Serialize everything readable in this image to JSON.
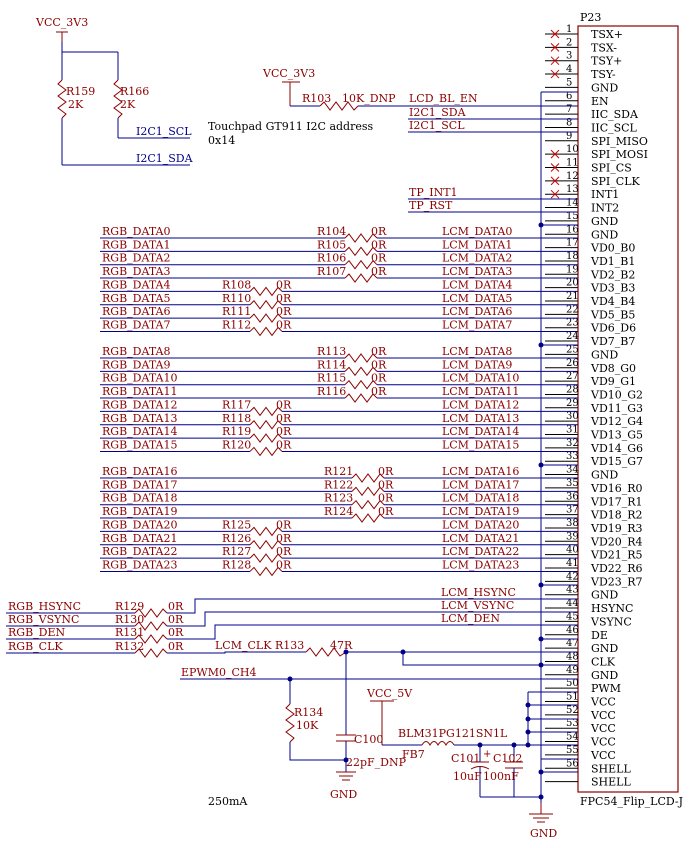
{
  "connector": {
    "refdes": "P23",
    "part": "FPC54_Flip_LCD-J",
    "pins": [
      {
        "n": "1",
        "name": "TSX+"
      },
      {
        "n": "2",
        "name": "TSX-"
      },
      {
        "n": "3",
        "name": "TSY+"
      },
      {
        "n": "4",
        "name": "TSY-"
      },
      {
        "n": "5",
        "name": "GND"
      },
      {
        "n": "6",
        "name": "EN"
      },
      {
        "n": "7",
        "name": "IIC_SDA"
      },
      {
        "n": "8",
        "name": "IIC_SCL"
      },
      {
        "n": "9",
        "name": "SPI_MISO"
      },
      {
        "n": "10",
        "name": "SPI_MOSI"
      },
      {
        "n": "11",
        "name": "SPI_CS"
      },
      {
        "n": "12",
        "name": "SPI_CLK"
      },
      {
        "n": "13",
        "name": "INT1"
      },
      {
        "n": "14",
        "name": "INT2"
      },
      {
        "n": "15",
        "name": "GND"
      },
      {
        "n": "16",
        "name": "GND"
      },
      {
        "n": "17",
        "name": "VD0_B0"
      },
      {
        "n": "18",
        "name": "VD1_B1"
      },
      {
        "n": "19",
        "name": "VD2_B2"
      },
      {
        "n": "20",
        "name": "VD3_B3"
      },
      {
        "n": "21",
        "name": "VD4_B4"
      },
      {
        "n": "22",
        "name": "VD5_B5"
      },
      {
        "n": "23",
        "name": "VD6_D6"
      },
      {
        "n": "24",
        "name": "VD7_B7"
      },
      {
        "n": "25",
        "name": "GND"
      },
      {
        "n": "26",
        "name": "VD8_G0"
      },
      {
        "n": "27",
        "name": "VD9_G1"
      },
      {
        "n": "28",
        "name": "VD10_G2"
      },
      {
        "n": "29",
        "name": "VD11_G3"
      },
      {
        "n": "30",
        "name": "VD12_G4"
      },
      {
        "n": "31",
        "name": "VD13_G5"
      },
      {
        "n": "32",
        "name": "VD14_G6"
      },
      {
        "n": "33",
        "name": "VD15_G7"
      },
      {
        "n": "34",
        "name": "GND"
      },
      {
        "n": "35",
        "name": "VD16_R0"
      },
      {
        "n": "36",
        "name": "VD17_R1"
      },
      {
        "n": "37",
        "name": "VD18_R2"
      },
      {
        "n": "38",
        "name": "VD19_R3"
      },
      {
        "n": "39",
        "name": "VD20_R4"
      },
      {
        "n": "40",
        "name": "VD21_R5"
      },
      {
        "n": "41",
        "name": "VD22_R6"
      },
      {
        "n": "42",
        "name": "VD23_R7"
      },
      {
        "n": "43",
        "name": "GND"
      },
      {
        "n": "44",
        "name": "HSYNC"
      },
      {
        "n": "45",
        "name": "VSYNC"
      },
      {
        "n": "46",
        "name": "DE"
      },
      {
        "n": "47",
        "name": "GND"
      },
      {
        "n": "48",
        "name": "CLK"
      },
      {
        "n": "49",
        "name": "GND"
      },
      {
        "n": "50",
        "name": "PWM"
      },
      {
        "n": "51",
        "name": "VCC"
      },
      {
        "n": "52",
        "name": "VCC"
      },
      {
        "n": "53",
        "name": "VCC"
      },
      {
        "n": "54",
        "name": "VCC"
      },
      {
        "n": "55",
        "name": "VCC"
      },
      {
        "n": "56",
        "name": "SHELL"
      },
      {
        "n": "",
        "name": "SHELL"
      }
    ]
  },
  "labels": {
    "vcc_3v3_a": "VCC_3V3",
    "vcc_3v3_b": "VCC_3V3",
    "vcc_5v": "VCC_5V",
    "gnd_a": "GND",
    "gnd_b": "GND",
    "touchpad_note_1": "Touchpad GT911 I2C address",
    "touchpad_note_2": "0x14",
    "current_note": "250mA",
    "i2c1_scl_left": "I2C1_SCL",
    "i2c1_sda_left": "I2C1_SDA",
    "lcd_bl_en": "LCD_BL_EN",
    "i2c1_sda_right": "I2C1_SDA",
    "i2c1_scl_right": "I2C1_SCL",
    "tp_int1": "TP_INT1",
    "tp_rst": "TP_RST",
    "lcm_hsync": "LCM_HSYNC",
    "lcm_vsync": "LCM_VSYNC",
    "lcm_den": "LCM_DEN",
    "lcm_clk": "LCM_CLK",
    "epwm0_ch4": "EPWM0_CH4",
    "rgb_hsync": "RGB_HSYNC",
    "rgb_vsync": "RGB_VSYNC",
    "rgb_den": "RGB_DEN",
    "rgb_clk": "RGB_CLK"
  },
  "components": {
    "r159": {
      "ref": "R159",
      "value": "2K"
    },
    "r166": {
      "ref": "R166",
      "value": "2K"
    },
    "r103": {
      "ref": "R103",
      "value": "10K_DNP"
    },
    "r129": {
      "ref": "R129",
      "value": "0R"
    },
    "r130": {
      "ref": "R130",
      "value": "0R"
    },
    "r131": {
      "ref": "R131",
      "value": "0R"
    },
    "r132": {
      "ref": "R132",
      "value": "0R"
    },
    "r133": {
      "ref": "R133",
      "value": "47R"
    },
    "r134": {
      "ref": "R134",
      "value": "10K"
    },
    "c100": {
      "ref": "C100",
      "value": "22pF_DNP"
    },
    "fb7": {
      "ref": "FB7",
      "value": "BLM31PG121SN1L"
    },
    "c101": {
      "ref": "C101",
      "value": "10uF"
    },
    "c102": {
      "ref": "C102",
      "value": "100nF"
    }
  },
  "data_rows": [
    {
      "rgb": "RGB_DATA0",
      "ref": "R104",
      "val": "0R",
      "lcm": "LCM_DATA0"
    },
    {
      "rgb": "RGB_DATA1",
      "ref": "R105",
      "val": "0R",
      "lcm": "LCM_DATA1"
    },
    {
      "rgb": "RGB_DATA2",
      "ref": "R106",
      "val": "0R",
      "lcm": "LCM_DATA2"
    },
    {
      "rgb": "RGB_DATA3",
      "ref": "R107",
      "val": "0R",
      "lcm": "LCM_DATA3"
    },
    {
      "rgb": "RGB_DATA4",
      "ref": "R108",
      "val": "0R",
      "lcm": "LCM_DATA4"
    },
    {
      "rgb": "RGB_DATA5",
      "ref": "R110",
      "val": "0R",
      "lcm": "LCM_DATA5"
    },
    {
      "rgb": "RGB_DATA6",
      "ref": "R111",
      "val": "0R",
      "lcm": "LCM_DATA6"
    },
    {
      "rgb": "RGB_DATA7",
      "ref": "R112",
      "val": "0R",
      "lcm": "LCM_DATA7"
    },
    {
      "rgb": "RGB_DATA8",
      "ref": "R113",
      "val": "0R",
      "lcm": "LCM_DATA8"
    },
    {
      "rgb": "RGB_DATA9",
      "ref": "R114",
      "val": "0R",
      "lcm": "LCM_DATA9"
    },
    {
      "rgb": "RGB_DATA10",
      "ref": "R115",
      "val": "0R",
      "lcm": "LCM_DATA10"
    },
    {
      "rgb": "RGB_DATA11",
      "ref": "R116",
      "val": "0R",
      "lcm": "LCM_DATA11"
    },
    {
      "rgb": "RGB_DATA12",
      "ref": "R117",
      "val": "0R",
      "lcm": "LCM_DATA12"
    },
    {
      "rgb": "RGB_DATA13",
      "ref": "R118",
      "val": "0R",
      "lcm": "LCM_DATA13"
    },
    {
      "rgb": "RGB_DATA14",
      "ref": "R119",
      "val": "0R",
      "lcm": "LCM_DATA14"
    },
    {
      "rgb": "RGB_DATA15",
      "ref": "R120",
      "val": "0R",
      "lcm": "LCM_DATA15"
    },
    {
      "rgb": "RGB_DATA16",
      "ref": "R121",
      "val": "0R",
      "lcm": "LCM_DATA16"
    },
    {
      "rgb": "RGB_DATA17",
      "ref": "R122",
      "val": "0R",
      "lcm": "LCM_DATA17"
    },
    {
      "rgb": "RGB_DATA18",
      "ref": "R123",
      "val": "0R",
      "lcm": "LCM_DATA18"
    },
    {
      "rgb": "RGB_DATA19",
      "ref": "R124",
      "val": "0R",
      "lcm": "LCM_DATA19"
    },
    {
      "rgb": "RGB_DATA20",
      "ref": "R125",
      "val": "0R",
      "lcm": "LCM_DATA20"
    },
    {
      "rgb": "RGB_DATA21",
      "ref": "R126",
      "val": "0R",
      "lcm": "LCM_DATA21"
    },
    {
      "rgb": "RGB_DATA22",
      "ref": "R127",
      "val": "0R",
      "lcm": "LCM_DATA22"
    },
    {
      "rgb": "RGB_DATA23",
      "ref": "R128",
      "val": "0R",
      "lcm": "LCM_DATA23"
    }
  ],
  "colors": {
    "wire": "#00008b",
    "part": "#8b0000",
    "nc": "#cc0000"
  }
}
